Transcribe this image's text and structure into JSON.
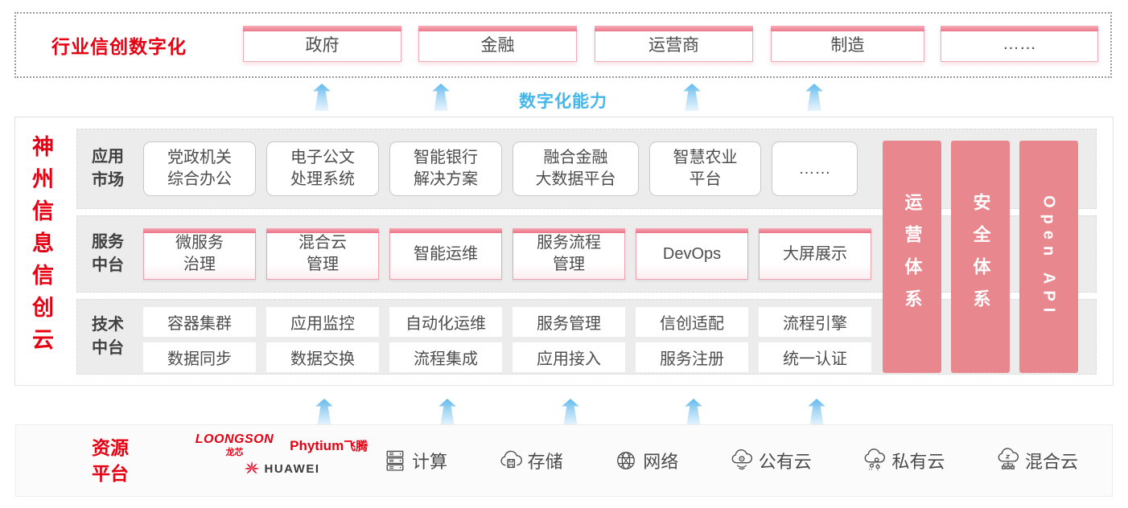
{
  "header": {
    "label": "行业信创数字化",
    "industries": [
      "政府",
      "金融",
      "运营商",
      "制造",
      "……"
    ]
  },
  "capability": {
    "label": "数字化能力"
  },
  "platform": {
    "title": "神州信息信创云",
    "rows": [
      {
        "label": "应用\n市场",
        "cards": [
          "党政机关\n综合办公",
          "电子公文\n处理系统",
          "智能银行\n解决方案",
          "融合金融\n大数据平台",
          "智慧农业\n平台",
          "……"
        ]
      },
      {
        "label": "服务\n中台",
        "cards": [
          "微服务\n治理",
          "混合云\n管理",
          "智能运维",
          "服务流程\n管理",
          "DevOps",
          "大屏展示"
        ]
      },
      {
        "label": "技术\n中台",
        "cards_top": [
          "容器集群",
          "应用监控",
          "自动化运维",
          "服务管理",
          "信创适配",
          "流程引擎"
        ],
        "cards_bottom": [
          "数据同步",
          "数据交换",
          "流程集成",
          "应用接入",
          "服务注册",
          "统一认证"
        ]
      }
    ],
    "pillars": [
      "运营体系",
      "安全体系",
      "Open API"
    ]
  },
  "resources": {
    "label": "资源\n平台",
    "vendors": {
      "loongson": "LOONGSON",
      "loongson_cn": "龙芯",
      "phytium": "Phytium",
      "phytium_cn": "飞腾",
      "huawei": "HUAWEI"
    },
    "items": [
      "计算",
      "存储",
      "网络",
      "公有云",
      "私有云",
      "混合云"
    ]
  },
  "colors": {
    "accent_red": "#e60012",
    "accent_blue": "#45b6ea",
    "pillar_salmon": "#e9878e",
    "card_pink_border": "#f0a2ae"
  }
}
